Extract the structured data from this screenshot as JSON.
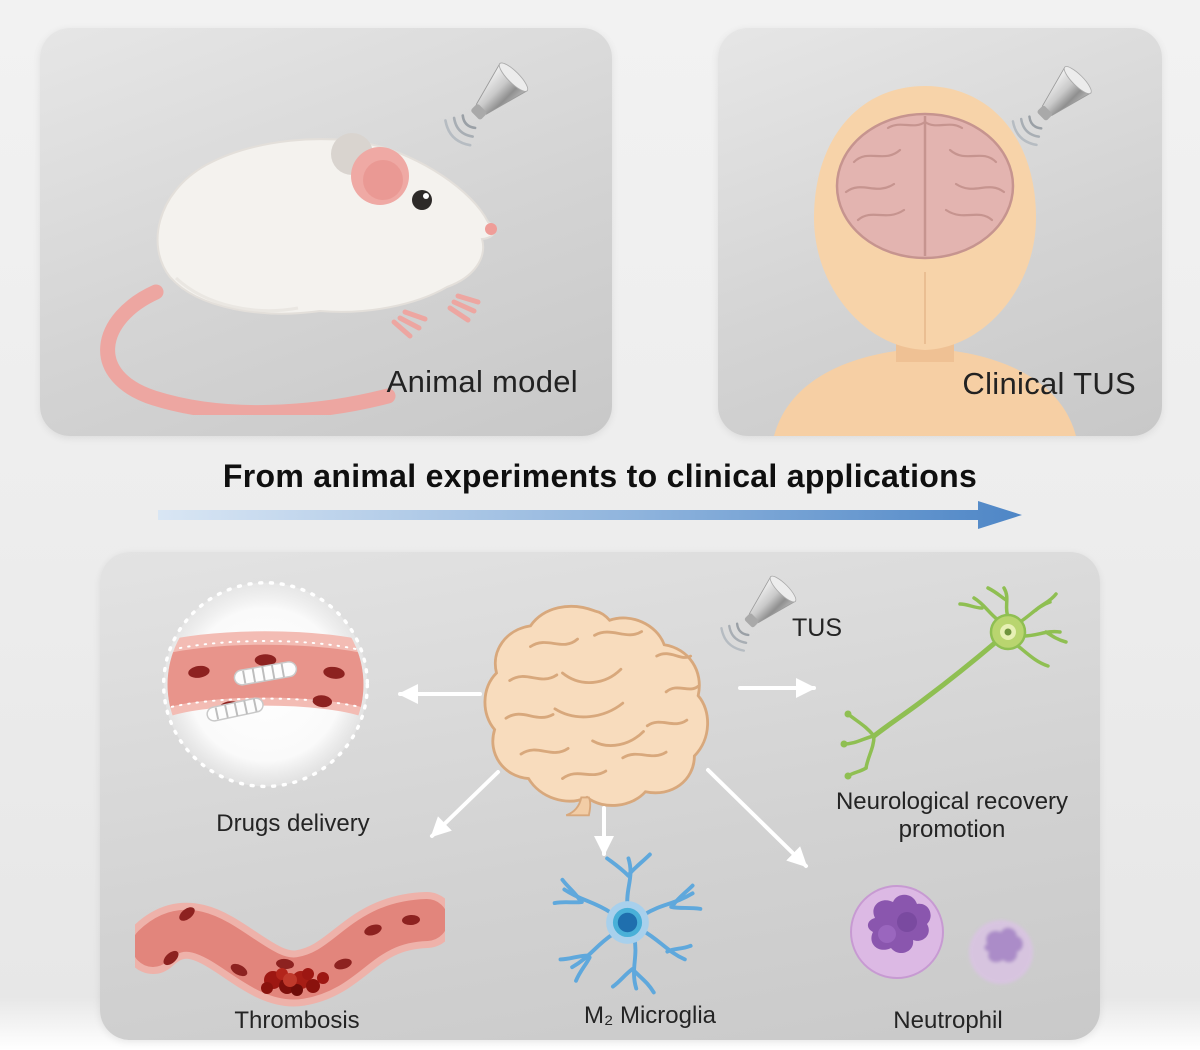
{
  "figure": {
    "transition_title": "From animal experiments to clinical applications"
  },
  "top_panels": {
    "animal_model": {
      "label": "Animal model"
    },
    "clinical_tus": {
      "label": "Clinical TUS"
    }
  },
  "bottom_panel": {
    "tus_label": "TUS",
    "items": {
      "drugs_delivery": "Drugs delivery",
      "thrombosis": "Thrombosis",
      "microglia": "M₂ Microglia",
      "neurological_recovery": "Neurological recovery promotion",
      "neutrophil": "Neutrophil"
    }
  },
  "icons": {
    "transducer": "ultrasound-transducer-icon"
  },
  "colors": {
    "transition_arrow_start": "#d9e6f4",
    "transition_arrow_end": "#4e86c6",
    "mouse_ear_pink": "#efa9a4",
    "skin_tone": "#f7d3a9",
    "clinical_brain_pink": "#e3b4b0",
    "brain_peach": "#f8dcbd",
    "brain_outline_tan": "#d8a87c",
    "neuron_green": "#8fbf52",
    "microglia_blue": "#5fa8dc",
    "neutrophil_purple": "#8a56ae",
    "vessel_pink": "#eeb2aa",
    "clot_red": "#8d2220",
    "connector_arrow_white": "#ffffff"
  }
}
